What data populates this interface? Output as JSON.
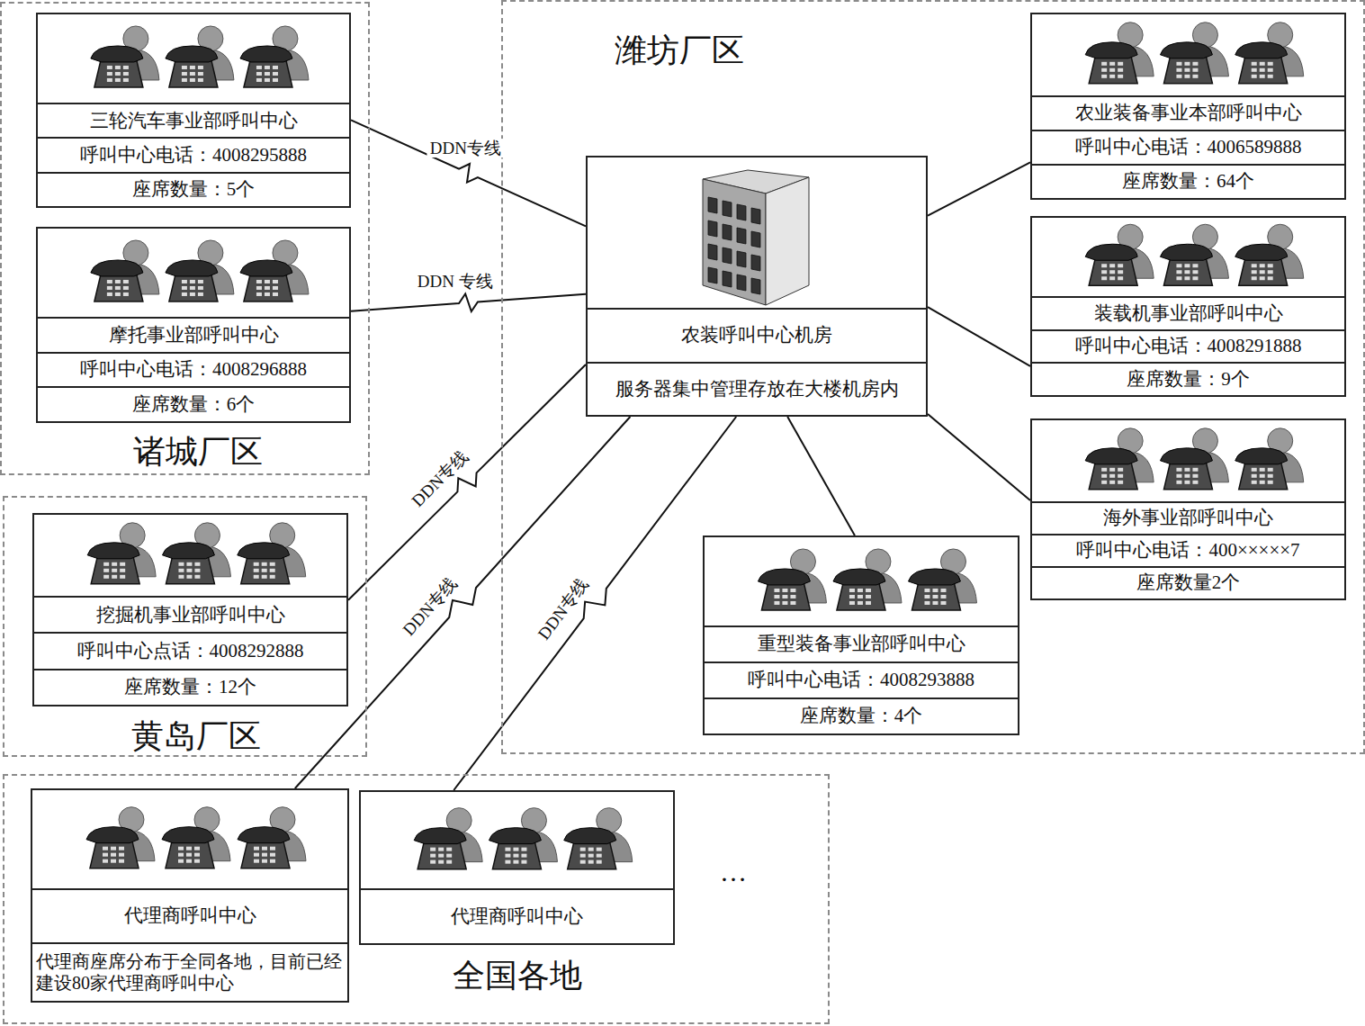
{
  "diagram": {
    "nodes": [
      {
        "text": [
          "诸城厂区"
        ]
      },
      {
        "text": [
          "三轮汽车事业部呼叫中心",
          "呼叫中心电话：4008295888",
          "座席数量：5个"
        ],
        "in": 0
      },
      {
        "text": [
          "摩托事业部呼叫中心",
          "呼叫中心电话：4008296888",
          "座席数量：6个"
        ],
        "in": 0
      },
      {
        "text": [
          "潍坊厂区"
        ]
      },
      {
        "text": [
          "农装呼叫中心机房",
          "服务器集中管理存放在大楼机房内"
        ],
        "in": 3
      },
      {
        "text": [
          "农业装备事业本部呼叫中心",
          "呼叫中心电话：4006589888",
          "座席数量：64个"
        ],
        "in": 3
      },
      {
        "text": [
          "装载机事业部呼叫中心",
          "呼叫中心电话：4008291888",
          "座席数量：9个"
        ],
        "in": 3
      },
      {
        "text": [
          "海外事业部呼叫中心",
          "呼叫中心电话：400×××××7",
          "座席数量2个"
        ],
        "in": 3
      },
      {
        "text": [
          "重型装备事业部呼叫中心",
          "呼叫中心电话：4008293888",
          "座席数量：4个"
        ],
        "in": 3
      },
      {
        "text": [
          "黄岛厂区"
        ]
      },
      {
        "text": [
          "挖掘机事业部呼叫中心",
          "呼叫中心点话：4008292888",
          "座席数量：12个"
        ],
        "in": 9
      },
      {
        "text": [
          "全国各地"
        ]
      },
      {
        "text": [
          "代理商呼叫中心",
          "代理商座席分布于全同各地，目前已经建设80家代理商呼叫中心"
        ],
        "in": 11
      },
      {
        "text": [
          "代理商呼叫中心"
        ],
        "in": 11
      }
    ],
    "edges": [
      {
        "from": 1,
        "to": 4,
        "label": "DDN专线",
        "arrow": "none"
      },
      {
        "from": 2,
        "to": 4,
        "label": "DDN 专线",
        "arrow": "none"
      },
      {
        "from": 10,
        "to": 4,
        "label": "DDN专线",
        "arrow": "none"
      },
      {
        "from": 12,
        "to": 4,
        "label": "DDN专线",
        "arrow": "none"
      },
      {
        "from": 13,
        "to": 4,
        "label": "DDN专线",
        "arrow": "none"
      },
      {
        "from": 4,
        "to": 5,
        "arrow": "none"
      },
      {
        "from": 4,
        "to": 6,
        "arrow": "none"
      },
      {
        "from": 4,
        "to": 7,
        "arrow": "none"
      },
      {
        "from": 4,
        "to": 8,
        "arrow": "none"
      }
    ],
    "labels": [
      "…"
    ]
  }
}
